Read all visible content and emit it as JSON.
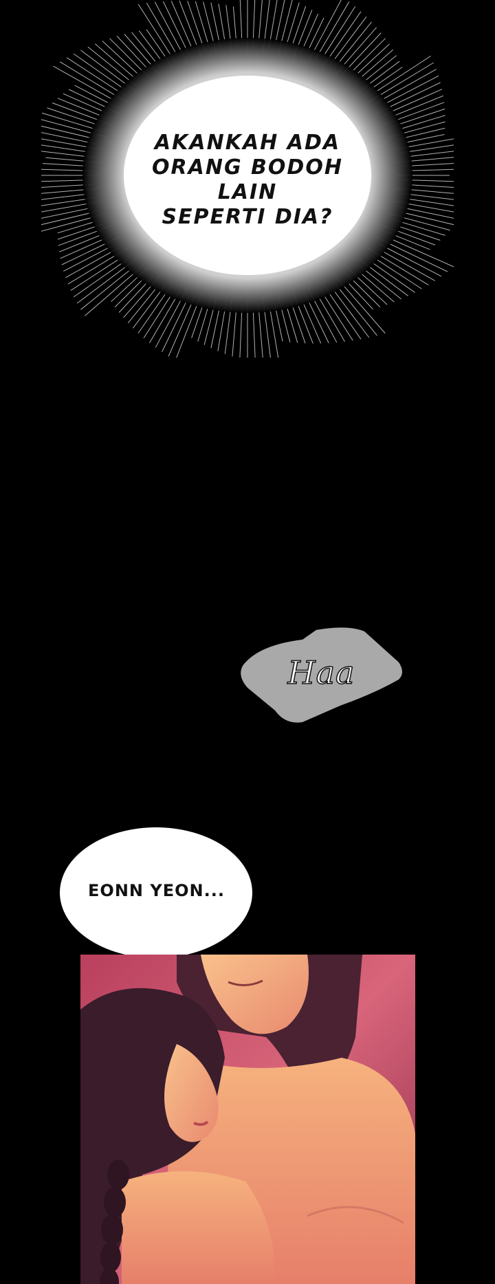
{
  "thought_bubble": {
    "lines": [
      "AKANKAH ADA",
      "ORANG BODOH LAIN",
      "SEPERTI DIA?"
    ]
  },
  "sound_effect": {
    "text": "Haa"
  },
  "speech_bubble": {
    "text": "EONN YEON..."
  },
  "panel": {
    "description_icon": "romantic-embrace-illustration",
    "colors": {
      "skin": "#f2a37c",
      "hair_dark": "#3a1c2a",
      "background_warm": "#c9546a"
    }
  }
}
